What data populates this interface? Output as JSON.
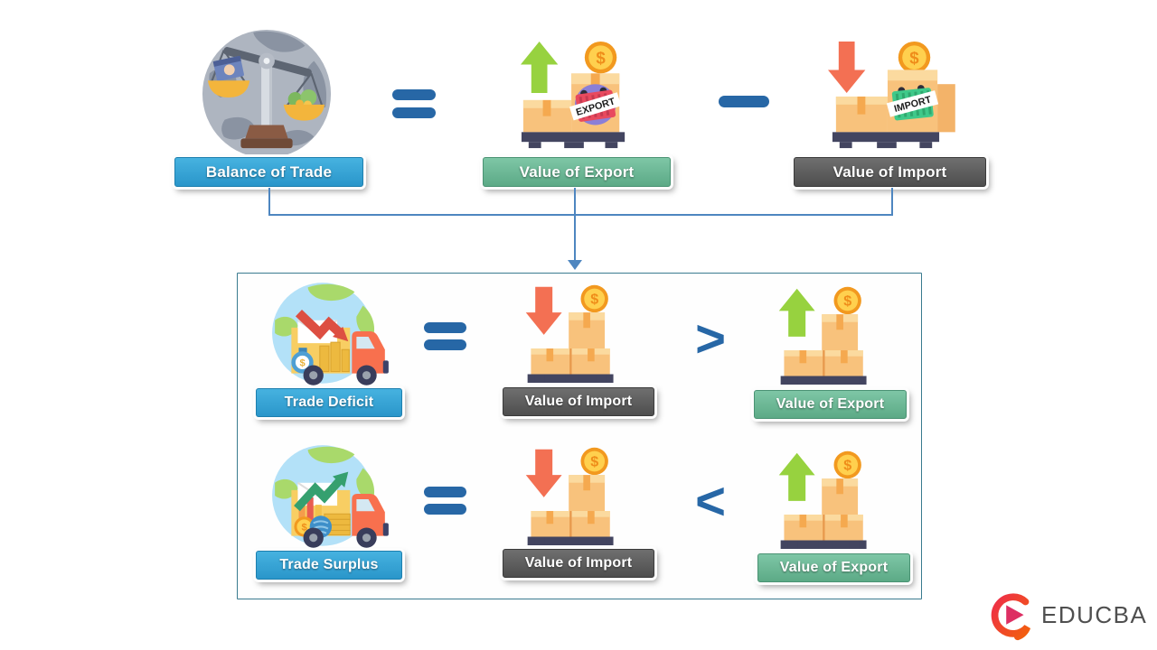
{
  "top_row": {
    "balance_label": "Balance of Trade",
    "equals_symbol": "=",
    "export_label": "Value of Export",
    "minus_symbol": "−",
    "import_label": "Value of Import"
  },
  "bottom_box": {
    "rows": [
      {
        "name": "Trade Deficit",
        "equals_symbol": "=",
        "left_label": "Value of Import",
        "comparator": ">",
        "right_label": "Value of Export"
      },
      {
        "name": "Trade Surplus",
        "equals_symbol": "=",
        "left_label": "Value of Import",
        "comparator": "<",
        "right_label": "Value of Export"
      }
    ]
  },
  "icons": {
    "export_tag": "EXPORT",
    "import_tag": "IMPORT",
    "currency_symbol": "$"
  },
  "logo": {
    "text": "EDUCBA"
  },
  "colors": {
    "blue_button": "#2f9fd4",
    "green_button": "#68b794",
    "gray_button": "#5a5a5a",
    "sign_blue": "#2767a6",
    "connector_blue": "#4e86c0",
    "box_border": "#3a7b8f"
  }
}
